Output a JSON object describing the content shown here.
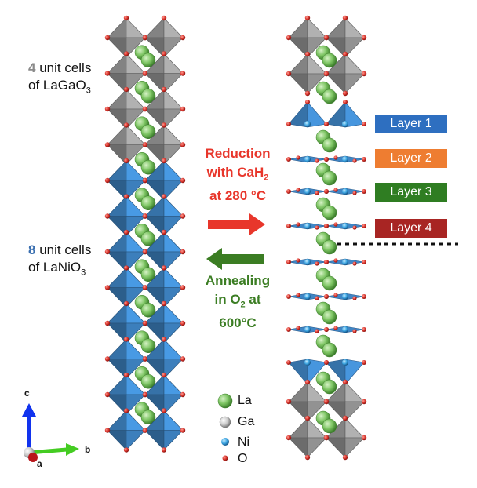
{
  "left_labels": {
    "top_count": "4",
    "top_line1": " unit cells",
    "top_line2_prefix": "of LaGaO",
    "top_line2_sub": "3",
    "bottom_count": "8",
    "bottom_line1": " unit cells",
    "bottom_line2_prefix": "of LaNiO",
    "bottom_line2_sub": "3"
  },
  "reduction": {
    "line1": "Reduction",
    "line2_prefix": "with CaH",
    "line2_sub": "2",
    "line3": "at 280 °C",
    "color": "#e8362b"
  },
  "annealing": {
    "line1": "Annealing",
    "line2_prefix": "in O",
    "line2_sub": "2",
    "line2_suffix": " at",
    "line3": "600°C",
    "color": "#3b7d23"
  },
  "layers": [
    {
      "label": "Layer 1",
      "color": "#2e6fc0"
    },
    {
      "label": "Layer 2",
      "color": "#ee7d31"
    },
    {
      "label": "Layer 3",
      "color": "#2f7d22"
    },
    {
      "label": "Layer 4",
      "color": "#a82523"
    }
  ],
  "legend": [
    {
      "label": "La",
      "icon": "la-atom-icon",
      "color": "#7cc462"
    },
    {
      "label": "Ga",
      "icon": "ga-atom-icon",
      "color": "#c8c8c8"
    },
    {
      "label": "Ni",
      "icon": "ni-atom-icon",
      "color": "#3aa3e0"
    },
    {
      "label": "O",
      "icon": "o-atom-icon",
      "color": "#d8342c"
    }
  ],
  "axes": {
    "c": "c",
    "b": "b",
    "a": "a"
  },
  "colors": {
    "gallium_octahedron": "#9a9a9a",
    "nickel_octahedron": "#3f86c6",
    "lanthanum": "#7cc462",
    "oxygen": "#d8342c",
    "nickel": "#3aa3e0"
  }
}
